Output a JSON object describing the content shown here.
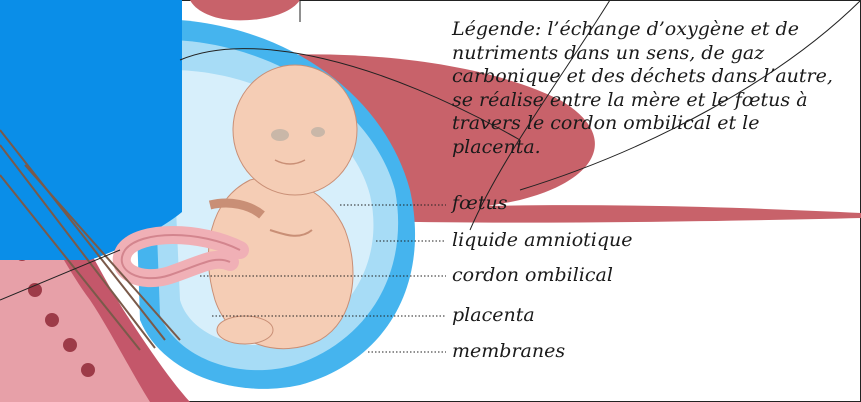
{
  "legend": "Légende: l’échange d’oxygène et de nutriments dans un sens, de gaz carbonique et des déchets dans l’autre, se réalise entre la mère et le fœtus à travers le cordon ombilical et le placenta.",
  "labels": {
    "foetus": "fœtus",
    "liquide": "liquide amniotique",
    "cordon": "cordon ombilical",
    "placenta": "placenta",
    "membranes": "membranes"
  },
  "colors": {
    "blue": "#0a8ee8",
    "placenta": "#c8626a",
    "skin": "#f5cdb5",
    "amniotic": "#45b4ee"
  }
}
